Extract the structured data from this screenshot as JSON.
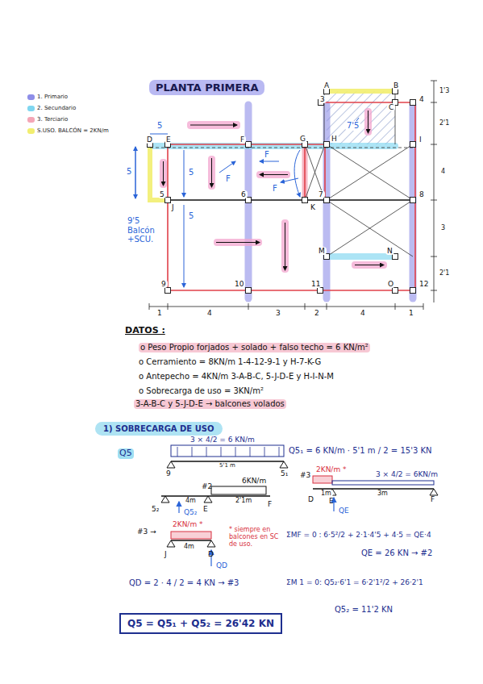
{
  "diagram": {
    "title": "PLANTA PRIMERA",
    "nodes": [
      {
        "text": [
          "1) SOBRECARGA DE USO"
        ]
      },
      {
        "text": [
          "Q5 = Q5₁ + Q5₂ = 26'42 KN"
        ]
      }
    ],
    "labels": [
      "3",
      "A",
      "B",
      "C",
      "4",
      "D",
      "E",
      "F",
      "G",
      "H",
      "I",
      "5",
      "6",
      "7",
      "8",
      "J",
      "K",
      "M",
      "N",
      "9",
      "10",
      "11",
      "O",
      "12",
      "5",
      "5",
      "5",
      "5",
      "9'5 Balcón +SCU.",
      "7'5",
      "F",
      "F",
      "F",
      "1",
      "4",
      "3",
      "2",
      "4",
      "1",
      "1'3",
      "2'1",
      "4",
      "3",
      "2'1",
      "DATOS :",
      "o Peso Propio forjados + solado + falso techo = 6 KN/m²",
      "o Cerramiento = 8KN/m 1-4-12-9-1 y H-7-K-G",
      "o Antepecho = 4KN/m 3-A-B-C, 5-J-D-E y H-I-N-M",
      "o Sobrecarga de uso = 3KN/m²",
      "3-A-B-C y 5-J-D-E → balcones volados",
      "Q5",
      "3 × 4/2 = 6 KN/m",
      "5'1 m",
      "9",
      "5₁",
      "#2",
      "6KN/m",
      "4m",
      "2'1m",
      "5₂",
      "E",
      "F",
      "Q5₂",
      "#3 →",
      "2KN/m *",
      "4m",
      "J",
      "D",
      "QD",
      "* siempre en balcones en SC de uso.",
      "Q5₁ = 6 KN/m · 5'1 m / 2 = 15'3 KN",
      "#3",
      "2KN/m *",
      "3 × 4/2 = 6KN/m",
      "1m",
      "3m",
      "D",
      "E",
      "F",
      "QE",
      "ΣMF = 0 : 6·5²/2 + 2·1·4'5 + 4·5 = QE·4",
      "QE = 26 KN → #2",
      "QD = 2 · 4 / 2 = 4 KN → #3",
      "ΣM 1 = 0: Q5₂·6'1 = 6·2'1²/2 + 26·2'1",
      "Q5₂ = 11'2 KN"
    ],
    "legend": [
      {
        "text": "1. Primario",
        "color": "#8e8ee8"
      },
      {
        "text": "2. Secundario",
        "color": "#7fd6f0"
      },
      {
        "text": "3. Terciario",
        "color": "#f4a6b6"
      },
      {
        "text": "S.USO. BALCÓN = 2KN/m",
        "color": "#f2ee70"
      }
    ]
  }
}
